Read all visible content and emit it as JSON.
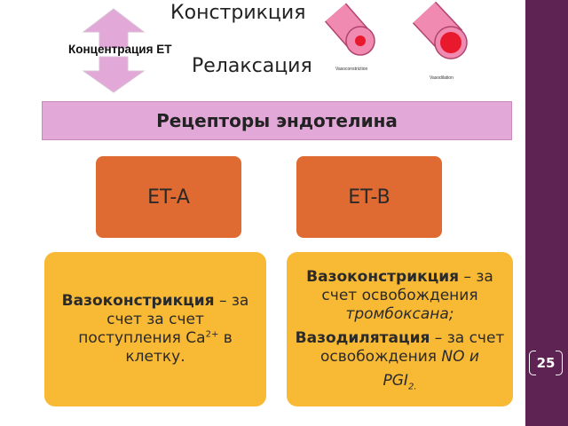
{
  "header": {
    "constriction_label": "Констрикция",
    "relaxation_label": "Релаксация",
    "concentration_label": "Концентрация ЕТ",
    "vessel_captions": [
      "Vasoconstriction",
      "Vasodilation"
    ]
  },
  "banner": {
    "title": "Рецепторы эндотелина"
  },
  "receptors": [
    {
      "name": "ET-A",
      "effect_term": "Вазоконстрикция",
      "effect_line_1": " – за счет за счет поступления",
      "ion": "Ca",
      "ion_charge": "2+",
      "effect_end": " в клетку."
    },
    {
      "name": "ET-B",
      "effect1_term": "Вазоконстрикция",
      "effect1_text": " – за счет освобождения ",
      "effect1_mediator": "тромбоксана;",
      "effect2_term": "Вазодилятация",
      "effect2_text": " – за счет освобождения ",
      "effect2_mediator_1": "NO и",
      "effect2_mediator_2": "PGI",
      "effect2_mediator_2_sub": "2."
    }
  ],
  "page_number": "25",
  "colors": {
    "banner": "#e2a9d8",
    "et_box": "#e06b32",
    "desc_box": "#f8b935",
    "arrow": "#e2a9d8",
    "vessel_wall": "#f08ab0",
    "vessel_lumen": "#e8192c",
    "sidebar": "#5f2353"
  }
}
